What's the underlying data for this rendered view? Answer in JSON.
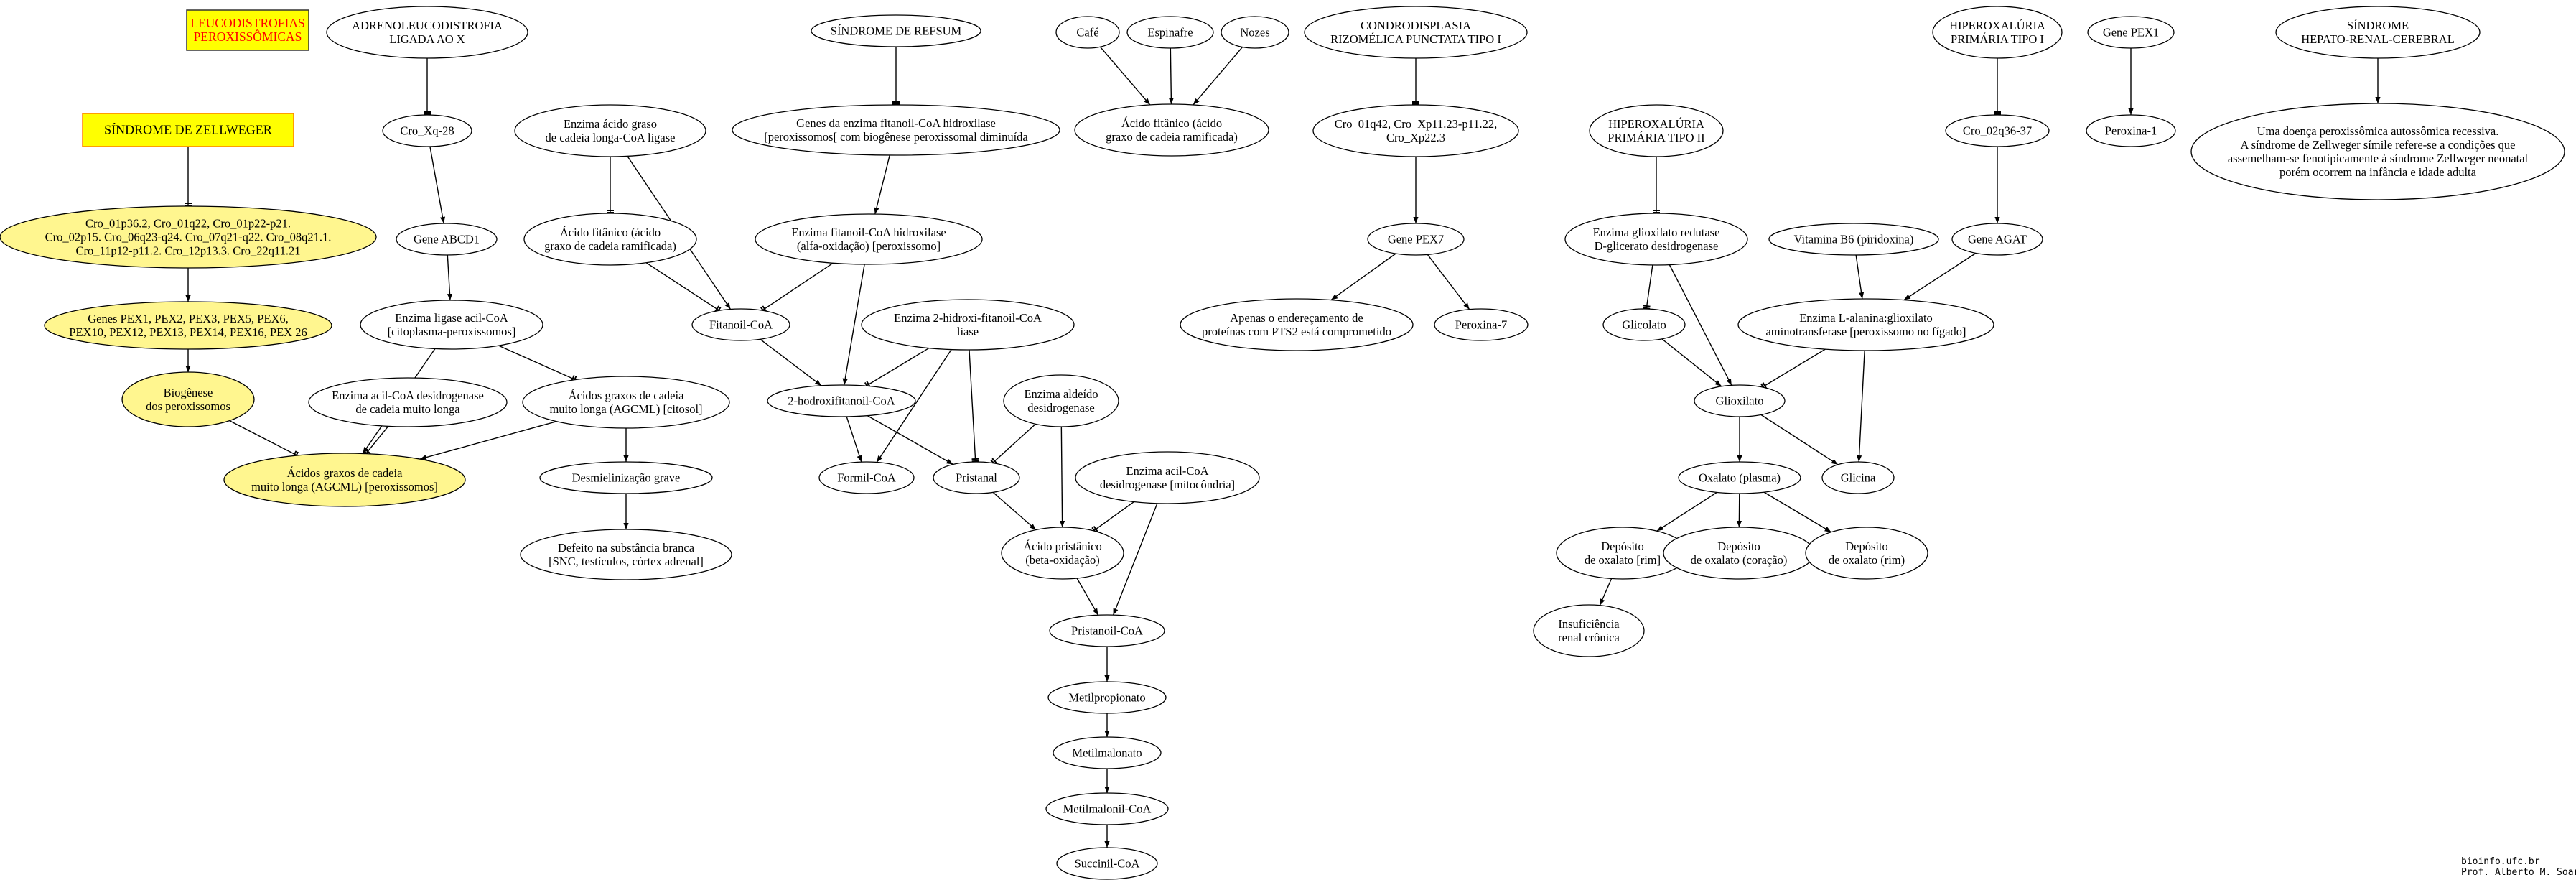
{
  "nodes": {
    "leuco_title": {
      "lines": [
        "LEUCODISTROFIAS",
        "PEROXISSÔMICAS"
      ]
    },
    "zellweger": {
      "lines": [
        "SÍNDROME DE ZELLWEGER"
      ]
    },
    "cro_zell": {
      "lines": [
        "Cro_01p36.2, Cro_01q22, Cro_01p22-p21.",
        "Cro_02p15. Cro_06q23-q24.  Cro_07q21-q22. Cro_08q21.1.",
        "Cro_11p12-p11.2. Cro_12p13.3. Cro_22q11.21"
      ]
    },
    "genes_pex": {
      "lines": [
        "Genes PEX1, PEX2, PEX3, PEX5, PEX6,",
        "PEX10, PEX12, PEX13, PEX14, PEX16, PEX 26"
      ]
    },
    "biogenese": {
      "lines": [
        "Biogênese",
        "dos peroxissomos"
      ]
    },
    "agcml_perox": {
      "lines": [
        "Ácidos graxos de cadeia",
        "muito longa (AGCML) [peroxissomos]"
      ]
    },
    "ald_x": {
      "lines": [
        "ADRENOLEUCODISTROFIA",
        "LIGADA AO X"
      ]
    },
    "cro_xq28": {
      "lines": [
        "Cro_Xq-28"
      ]
    },
    "gene_abcd1": {
      "lines": [
        "Gene ABCD1"
      ]
    },
    "enz_ligase": {
      "lines": [
        "Enzima ligase acil-CoA",
        "[citoplasma-peroxissomos]"
      ]
    },
    "enz_acil_desid": {
      "lines": [
        "Enzima acil-CoA desidrogenase",
        "de cadeia muito longa"
      ]
    },
    "agcml_citosol": {
      "lines": [
        "Ácidos graxos de cadeia",
        "muito longa (AGCML) [citosol]"
      ]
    },
    "desmielin": {
      "lines": [
        "Desmielinização grave"
      ]
    },
    "defeito": {
      "lines": [
        "Defeito na substância branca",
        "[SNC, testículos, córtex adrenal]"
      ]
    },
    "enz_acido_graso": {
      "lines": [
        "Enzima ácido graso",
        "de cadeia longa-CoA ligase"
      ]
    },
    "ac_fitanico1": {
      "lines": [
        "Ácido fitânico (ácido",
        "graxo de cadeia ramificada)"
      ]
    },
    "fitanoil": {
      "lines": [
        "Fitanoil-CoA"
      ]
    },
    "refsum": {
      "lines": [
        "SÍNDROME DE REFSUM"
      ]
    },
    "genes_fitanoil": {
      "lines": [
        "Genes da enzima fitanoil-CoA hidroxilase",
        "[peroxissomos[ com biogênese peroxissomal diminuída"
      ]
    },
    "enz_fitanoil_hidrox": {
      "lines": [
        "Enzima fitanoil-CoA hidroxilase",
        "(alfa-oxidação)  [peroxissomo]"
      ]
    },
    "enz_2hidroxi": {
      "lines": [
        "Enzima 2-hidroxi-fitanoil-CoA",
        "liase"
      ]
    },
    "hidroxifitanoil": {
      "lines": [
        "2-hodroxifitanoil-CoA"
      ]
    },
    "formil": {
      "lines": [
        "Formil-CoA"
      ]
    },
    "enz_aldeido": {
      "lines": [
        "Enzima aldeído",
        "desidrogenase"
      ]
    },
    "pristanal": {
      "lines": [
        "Pristanal"
      ]
    },
    "enz_acil_mito": {
      "lines": [
        "Enzima acil-CoA",
        "desidrogenase [mitocôndria]"
      ]
    },
    "ac_pristanico": {
      "lines": [
        "Ácido pristânico",
        "(beta-oxidação)"
      ]
    },
    "pristanoil": {
      "lines": [
        "Pristanoil-CoA"
      ]
    },
    "metilpropionato": {
      "lines": [
        "Metilpropionato"
      ]
    },
    "metilmalonato": {
      "lines": [
        "Metilmalonato"
      ]
    },
    "metilmalonil": {
      "lines": [
        "Metilmalonil-CoA"
      ]
    },
    "succinil": {
      "lines": [
        "Succinil-CoA"
      ]
    },
    "cafe": {
      "lines": [
        "Café"
      ]
    },
    "espinafre": {
      "lines": [
        "Espinafre"
      ]
    },
    "nozes": {
      "lines": [
        "Nozes"
      ]
    },
    "ac_fitanico2": {
      "lines": [
        "Ácido fitânico  (ácido",
        "graxo de cadeia ramificada)"
      ]
    },
    "condro": {
      "lines": [
        "CONDRODISPLASIA",
        "RIZOMÉLICA PUNCTATA TIPO I"
      ]
    },
    "cro_condro": {
      "lines": [
        "Cro_01q42, Cro_Xp11.23-p11.22,",
        "Cro_Xp22.3"
      ]
    },
    "gene_pex7": {
      "lines": [
        "Gene PEX7"
      ]
    },
    "apenas": {
      "lines": [
        "Apenas o endereçamento de",
        "proteínas com PTS2 está comprometido"
      ]
    },
    "peroxina7": {
      "lines": [
        "Peroxina-7"
      ]
    },
    "hiperox2": {
      "lines": [
        "HIPEROXALÚRIA",
        "PRIMÁRIA TIPO II"
      ]
    },
    "enz_glioxilato_red": {
      "lines": [
        "Enzima glioxilato redutase",
        "D-glicerato desidrogenase"
      ]
    },
    "glicolato": {
      "lines": [
        "Glicolato"
      ]
    },
    "glioxilato": {
      "lines": [
        "Glioxilato"
      ]
    },
    "oxalato": {
      "lines": [
        "Oxalato (plasma)"
      ]
    },
    "dep_rim1": {
      "lines": [
        "Depósito",
        "de oxalato [rim]"
      ]
    },
    "dep_coracao": {
      "lines": [
        "Depósito",
        "de oxalato (coração)"
      ]
    },
    "dep_rim2": {
      "lines": [
        "Depósito",
        "de oxalato (rim)"
      ]
    },
    "insuf": {
      "lines": [
        "Insuficiência",
        "renal crônica"
      ]
    },
    "glicina": {
      "lines": [
        "Glicina"
      ]
    },
    "vit_b6": {
      "lines": [
        "Vitamina B6 (piridoxina)"
      ]
    },
    "hiperox1": {
      "lines": [
        "HIPEROXALÚRIA",
        "PRIMÁRIA TIPO I"
      ]
    },
    "cro_02q": {
      "lines": [
        "Cro_02q36-37"
      ]
    },
    "gene_agat": {
      "lines": [
        "Gene AGAT"
      ]
    },
    "enz_alanina": {
      "lines": [
        "Enzima L-alanina:glioxilato",
        "aminotransferase [peroxissomo no fígado]"
      ]
    },
    "gene_pex1": {
      "lines": [
        "Gene PEX1"
      ]
    },
    "peroxina1": {
      "lines": [
        "Peroxina-1"
      ]
    },
    "hepato": {
      "lines": [
        "SÍNDROME",
        "HEPATO-RENAL-CEREBRAL"
      ]
    },
    "desc_doenca": {
      "lines": [
        "Uma doença peroxissômica autossômica recessiva.",
        "A síndrome de Zellweger símile refere-se a condições que",
        "assemelham-se fenotipicamente à síndrome Zellweger neonatal",
        "porém ocorrem na infância e idade adulta"
      ]
    }
  },
  "credit": {
    "lines": [
      "bioinfo.ufc.br",
      "Prof. Alberto M. Soares"
    ]
  },
  "colors": {
    "highlight_fill": "#fff68f",
    "title_fill": "#ffff00",
    "title_border": "#ff7f00",
    "title_text_red": "#ff0000",
    "edge": "#000000"
  }
}
